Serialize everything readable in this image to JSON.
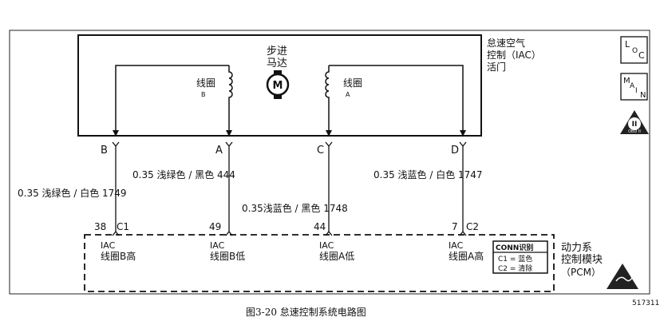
{
  "iac_valve": {
    "label_line1": "怠速空气",
    "label_line2": "控制（IAC）",
    "label_line3": "活门"
  },
  "motor": {
    "label_line1": "步进",
    "label_line2": "马达",
    "symbol": "M"
  },
  "coil_b": {
    "label": "线圈",
    "sub": "B"
  },
  "coil_a": {
    "label": "线圈",
    "sub": "A"
  },
  "pins_top": {
    "b": "B",
    "a": "A",
    "c": "C",
    "d": "D"
  },
  "wires": {
    "w1749": "0.35 浅绿色 / 白色  1749",
    "w444": "0.35 浅绿色 / 黑色 444",
    "w1748": "0.35浅蓝色 / 黑色  1748",
    "w1747": "0.35 浅蓝色 / 白色  1747"
  },
  "pins_bottom": {
    "p38": "38",
    "c1": "C1",
    "p49": "49",
    "p44": "44",
    "p7": "7",
    "c2": "C2"
  },
  "pcm_terms": {
    "t1_top": "IAC",
    "t1_bot": "线圈B高",
    "t2_top": "IAC",
    "t2_bot": "线圈B低",
    "t3_top": "IAC",
    "t3_bot": "线圈A低",
    "t4_top": "IAC",
    "t4_bot": "线圈A高"
  },
  "conn_id": {
    "title": "CONN识别",
    "line1": "C1 = 蓝色",
    "line2": "C2 = 清除"
  },
  "pcm": {
    "label_line1": "动力系",
    "label_line2": "控制模块",
    "label_line3": "（PCM）"
  },
  "side_icons": {
    "loc": {
      "l1": "L",
      "l2": "O",
      "l3": "C"
    },
    "main": {
      "l1": "M",
      "l2": "A",
      "l3": "I",
      "l4": "N"
    },
    "obd": {
      "l1": "II",
      "l2": "OBD II"
    }
  },
  "caption": "图3-20    怠速控制系统电路图",
  "code": "517311"
}
